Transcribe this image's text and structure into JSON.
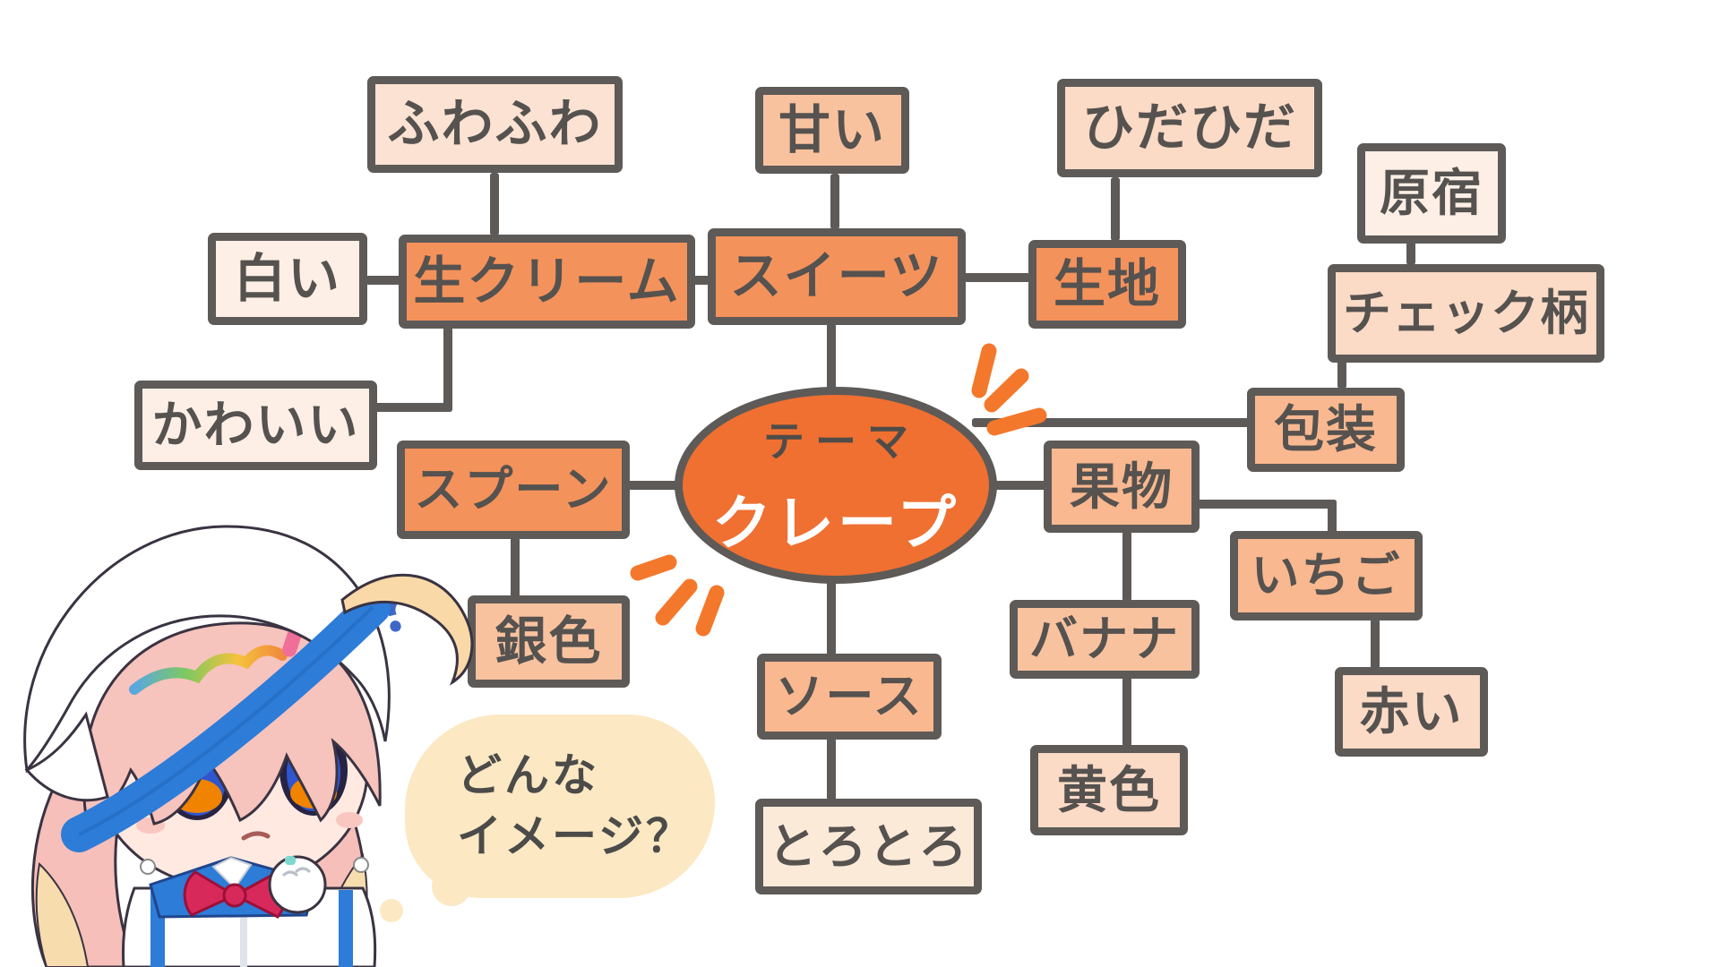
{
  "center": {
    "tag": "テーマ",
    "label": "クレープ"
  },
  "nodes": [
    {
      "id": "fuwafuwa",
      "label": "ふわふわ"
    },
    {
      "id": "amai",
      "label": "甘い"
    },
    {
      "id": "hidahida",
      "label": "ひだひだ"
    },
    {
      "id": "harajuku",
      "label": "原宿"
    },
    {
      "id": "shiroi",
      "label": "白い"
    },
    {
      "id": "namacream",
      "label": "生クリーム"
    },
    {
      "id": "sweets",
      "label": "スイーツ"
    },
    {
      "id": "kiji",
      "label": "生地"
    },
    {
      "id": "checkgara",
      "label": "チェック柄"
    },
    {
      "id": "kawaii",
      "label": "かわいい"
    },
    {
      "id": "housou",
      "label": "包装"
    },
    {
      "id": "spoon",
      "label": "スプーン"
    },
    {
      "id": "kudamono",
      "label": "果物"
    },
    {
      "id": "ichigo",
      "label": "いちご"
    },
    {
      "id": "giniro",
      "label": "銀色"
    },
    {
      "id": "banana",
      "label": "バナナ"
    },
    {
      "id": "akai",
      "label": "赤い"
    },
    {
      "id": "sauce",
      "label": "ソース"
    },
    {
      "id": "kiiro",
      "label": "黄色"
    },
    {
      "id": "torotoro",
      "label": "とろとろ"
    }
  ],
  "edges": [
    [
      "クレープ",
      "スイーツ"
    ],
    [
      "クレープ",
      "スプーン"
    ],
    [
      "クレープ",
      "包装"
    ],
    [
      "クレープ",
      "果物"
    ],
    [
      "クレープ",
      "ソース"
    ],
    [
      "スイーツ",
      "甘い"
    ],
    [
      "スイーツ",
      "生クリーム"
    ],
    [
      "スイーツ",
      "生地"
    ],
    [
      "生クリーム",
      "ふわふわ"
    ],
    [
      "生クリーム",
      "白い"
    ],
    [
      "生クリーム",
      "かわいい"
    ],
    [
      "生地",
      "ひだひだ"
    ],
    [
      "包装",
      "チェック柄"
    ],
    [
      "チェック柄",
      "原宿"
    ],
    [
      "果物",
      "バナナ"
    ],
    [
      "果物",
      "いちご"
    ],
    [
      "バナナ",
      "黄色"
    ],
    [
      "いちご",
      "赤い"
    ],
    [
      "スプーン",
      "銀色"
    ],
    [
      "ソース",
      "とろとろ"
    ]
  ],
  "bubble": {
    "line1": "どんな",
    "line2": "イメージ？"
  },
  "question_mark": "？",
  "colors": {
    "center_fill": "#ef7031",
    "center_label": "#ffffff",
    "node_border": "#5d5a58",
    "node_text": "#55524f",
    "tier_medium": "#f4925b",
    "tier_medium_light": "#f9b88f",
    "tier_light": "#fbdac6",
    "tier_very_light": "#fdefe5",
    "spark_orange": "#f4782b",
    "question_mark_blue": "#3e68c5",
    "bubble_cream": "#fce8c3"
  }
}
